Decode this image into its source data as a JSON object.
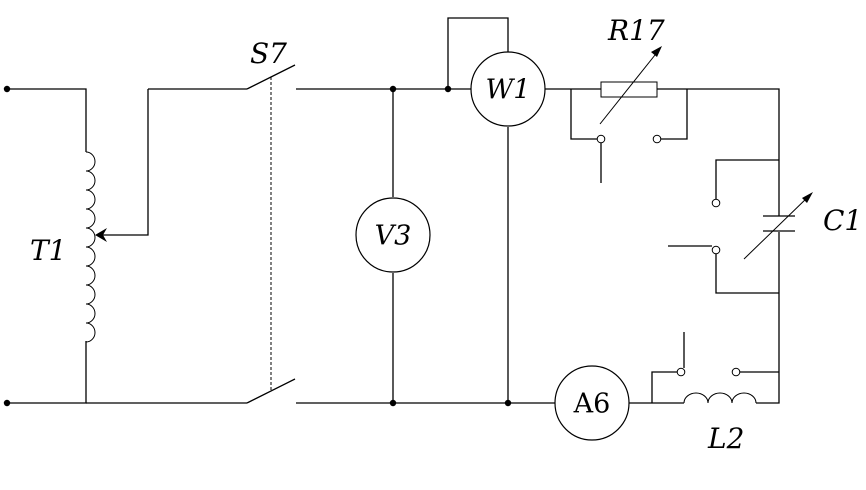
{
  "diagram": {
    "title": "",
    "components": {
      "transformer": {
        "label": "T1",
        "type": "variable autotransformer"
      },
      "switch": {
        "label": "S7",
        "type": "double-pole switch"
      },
      "voltmeter": {
        "label": "V3",
        "type": "voltmeter"
      },
      "wattmeter": {
        "label": "W1",
        "type": "wattmeter"
      },
      "resistor": {
        "label": "R17",
        "type": "variable resistor"
      },
      "capacitor": {
        "label": "C1",
        "type": "variable capacitor"
      },
      "ammeter": {
        "label": "A6",
        "type": "ammeter"
      },
      "inductor": {
        "label": "L2",
        "type": "inductor"
      }
    }
  }
}
